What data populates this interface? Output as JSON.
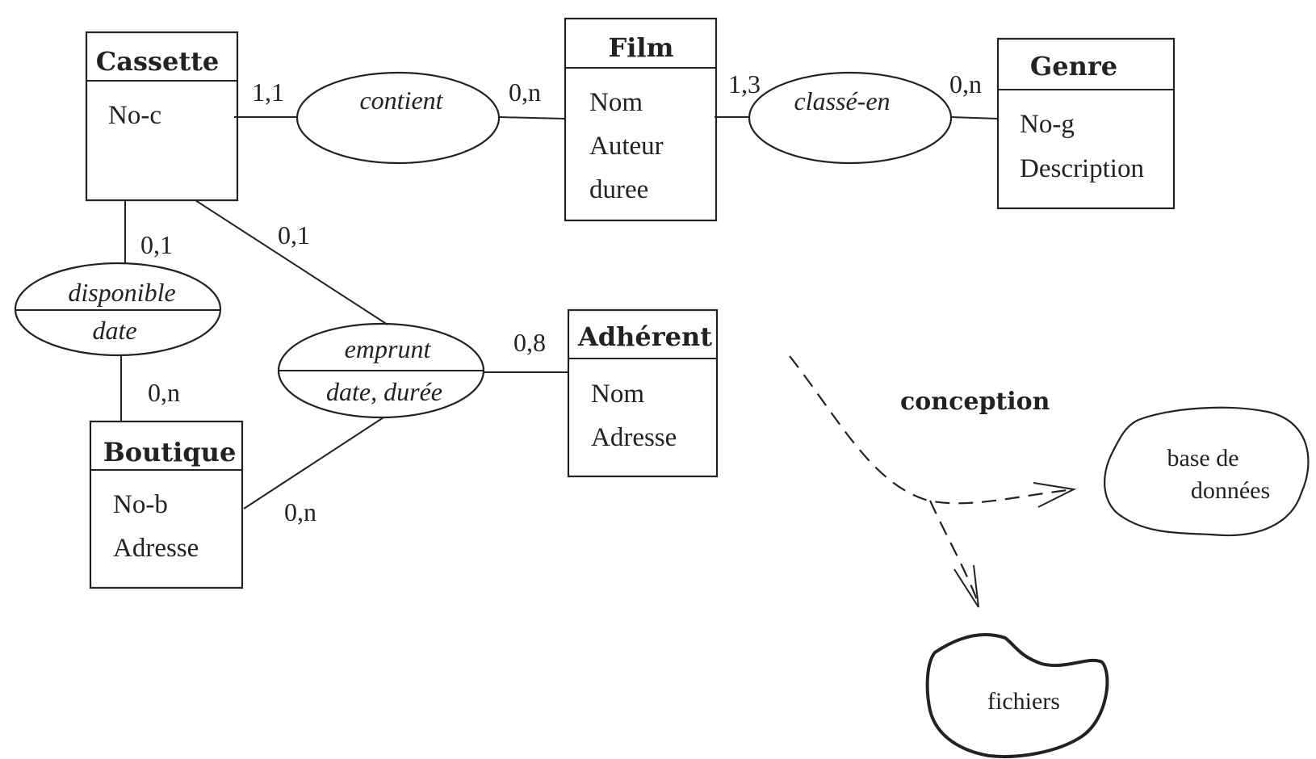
{
  "entities": {
    "cassette": {
      "title": "Cassette",
      "attrs": [
        "No-c"
      ]
    },
    "film": {
      "title": "Film",
      "attrs": [
        "Nom",
        "Auteur",
        "duree"
      ]
    },
    "genre": {
      "title": "Genre",
      "attrs": [
        "No-g",
        "Description"
      ]
    },
    "adherent": {
      "title": "Adhérent",
      "attrs": [
        "Nom",
        "Adresse"
      ]
    },
    "boutique": {
      "title": "Boutique",
      "attrs": [
        "No-b",
        "Adresse"
      ]
    }
  },
  "relations": {
    "contient": {
      "name": "contient"
    },
    "classe_en": {
      "name": "classé-en"
    },
    "disponible": {
      "name": "disponible",
      "attr": "date"
    },
    "emprunt": {
      "name": "emprunt",
      "attr": "date, durée"
    }
  },
  "cardinalities": {
    "cassette_contient": "1,1",
    "film_contient": "0,n",
    "film_classe": "1,3",
    "genre_classe": "0,n",
    "cassette_disponible": "0,1",
    "boutique_disponible": "0,n",
    "cassette_emprunt": "0,1",
    "adherent_emprunt": "0,8",
    "boutique_emprunt": "0,n"
  },
  "conception": {
    "label": "conception",
    "database_line1": "base de",
    "database_line2": "données",
    "files": "fichiers"
  }
}
